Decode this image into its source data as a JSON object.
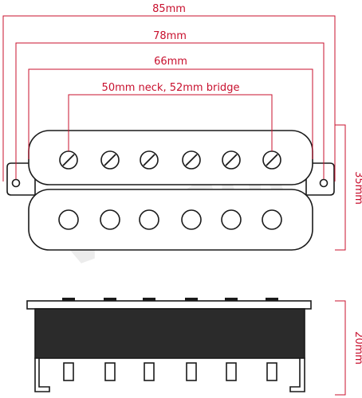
{
  "dimensions": {
    "overall": "85mm",
    "mount": "78mm",
    "cover": "66mm",
    "pole_spacing": "50mm neck, 52mm bridge",
    "width": "35mm",
    "height": "20mm"
  },
  "watermark": "Vanson",
  "colors": {
    "dimension": "#c8102e",
    "outline": "#1a1a1a",
    "body": "#2b2b2b",
    "watermark": "#ececec"
  }
}
